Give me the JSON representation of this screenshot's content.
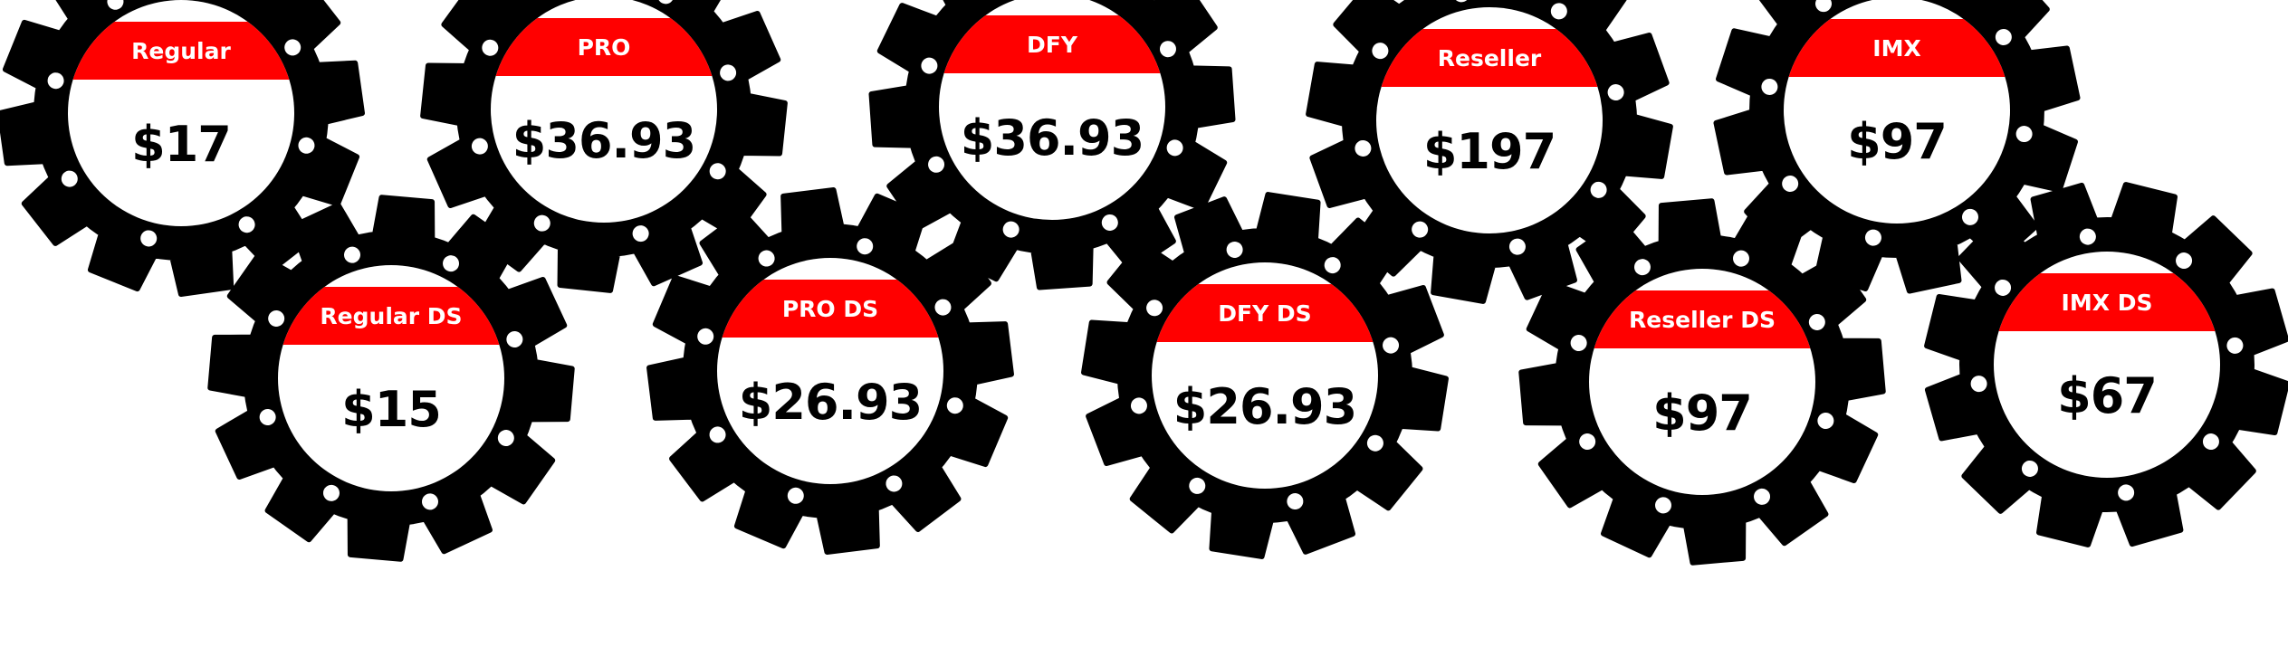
{
  "colors": {
    "gear": "#000000",
    "band": "#ff0000",
    "band_text": "#ffffff",
    "price_text": "#000000",
    "background": "#ffffff"
  },
  "plans": [
    {
      "label": "Regular",
      "price": "$17"
    },
    {
      "label": "PRO",
      "price": "$36.93"
    },
    {
      "label": "DFY",
      "price": "$36.93"
    },
    {
      "label": "Reseller",
      "price": "$197"
    },
    {
      "label": "IMX",
      "price": "$97"
    },
    {
      "label": "Regular DS",
      "price": "$15"
    },
    {
      "label": "PRO DS",
      "price": "$26.93"
    },
    {
      "label": "DFY DS",
      "price": "$26.93"
    },
    {
      "label": "Reseller DS",
      "price": "$97"
    },
    {
      "label": "IMX DS",
      "price": "$67"
    }
  ]
}
